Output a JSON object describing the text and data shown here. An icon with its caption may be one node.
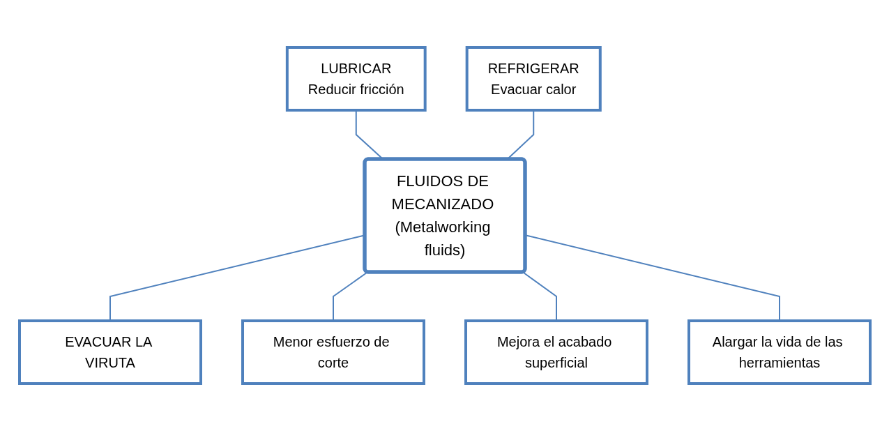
{
  "diagram": {
    "nodes": [
      {
        "text": [
          "LUBRICAR",
          "Reducir fricción"
        ]
      },
      {
        "text": [
          "REFRIGERAR",
          "Evacuar calor"
        ]
      },
      {
        "text": [
          "EVACUAR LA VIRUTA"
        ]
      },
      {
        "text": [
          "FLUIDOS DE MECANIZADO (Metalworking fluids)"
        ]
      },
      {
        "text": [
          "Menor esfuerzo de corte"
        ]
      },
      {
        "text": [
          "Mejora el acabado superficial"
        ]
      },
      {
        "text": [
          "Alargar la vida de las herramientas"
        ]
      }
    ],
    "edges": [
      {
        "from": 0,
        "to": 3,
        "arrow": "none"
      },
      {
        "from": 1,
        "to": 3,
        "arrow": "none"
      },
      {
        "from": 3,
        "to": 2,
        "arrow": "none"
      },
      {
        "from": 3,
        "to": 4,
        "arrow": "none"
      },
      {
        "from": 3,
        "to": 5,
        "arrow": "none"
      },
      {
        "from": 3,
        "to": 6,
        "arrow": "none"
      }
    ]
  }
}
